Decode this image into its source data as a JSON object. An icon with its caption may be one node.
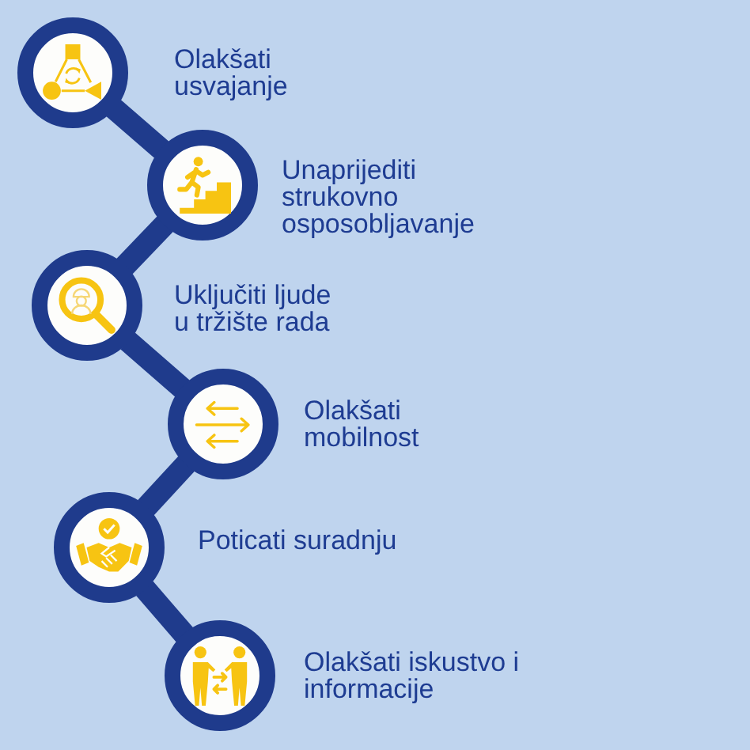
{
  "diagram": {
    "nodes": [
      {
        "text": [],
        "shape": "circle",
        "beside": [
          "Olakšati usvajanje"
        ]
      },
      {
        "text": [],
        "shape": "circle",
        "beside": [
          "Unaprijediti strukovno osposobljavanje"
        ]
      },
      {
        "text": [],
        "shape": "circle",
        "beside": [
          "Uključiti ljude u tržište rada"
        ]
      },
      {
        "text": [],
        "shape": "circle",
        "beside": [
          "Olakšati mobilnost"
        ]
      },
      {
        "text": [],
        "shape": "circle",
        "beside": [
          "Poticati suradnju"
        ]
      },
      {
        "text": [],
        "shape": "circle",
        "beside": [
          "Olakšati iskustvo i informacije"
        ]
      }
    ],
    "edges": [
      {
        "from": 0,
        "to": 1,
        "arrow": "none"
      },
      {
        "from": 1,
        "to": 2,
        "arrow": "none"
      },
      {
        "from": 2,
        "to": 3,
        "arrow": "none"
      },
      {
        "from": 3,
        "to": 4,
        "arrow": "none"
      },
      {
        "from": 4,
        "to": 5,
        "arrow": "none"
      }
    ]
  }
}
